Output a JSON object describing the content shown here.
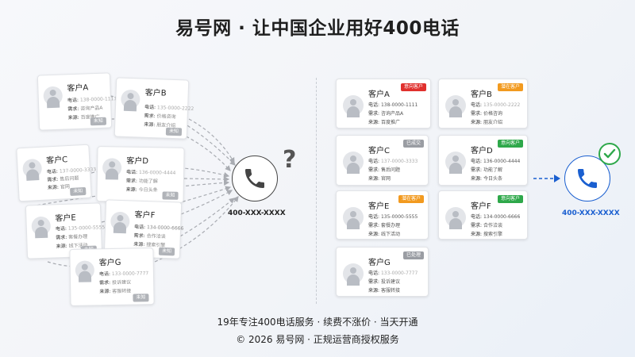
{
  "title": "易号网 · 让中国企业用好400电话",
  "phone_number": "400-XXX-XXXX",
  "question_mark": "?",
  "left_cards": [
    {
      "name": "客户A",
      "phone_label": "电话:",
      "phone": "138-0000-1111",
      "need_label": "需求:",
      "need": "咨询产品A",
      "source_label": "来源:",
      "source": "百度推广",
      "tag": "未知"
    },
    {
      "name": "客户B",
      "phone_label": "电话:",
      "phone": "135-0000-2222",
      "need_label": "需求:",
      "need": "价格咨询",
      "source_label": "来源:",
      "source": "朋友介绍",
      "tag": "未知"
    },
    {
      "name": "客户C",
      "phone_label": "电话:",
      "phone": "137-0000-3333",
      "need_label": "需求:",
      "need": "售后问题",
      "source_label": "来源:",
      "source": "官网",
      "tag": "未知"
    },
    {
      "name": "客户D",
      "phone_label": "电话:",
      "phone": "136-0000-4444",
      "need_label": "需求:",
      "need": "功能了解",
      "source_label": "来源:",
      "source": "今日头条",
      "tag": "未知"
    },
    {
      "name": "客户E",
      "phone_label": "电话:",
      "phone": "135-0000-5555",
      "need_label": "需求:",
      "need": "套餐办理",
      "source_label": "来源:",
      "source": "线下活动",
      "tag": "未知"
    },
    {
      "name": "客户F",
      "phone_label": "电话:",
      "phone": "134-0000-6666",
      "need_label": "需求:",
      "need": "合作洽谈",
      "source_label": "来源:",
      "source": "搜索引擎",
      "tag": "未知"
    },
    {
      "name": "客户G",
      "phone_label": "电话:",
      "phone": "133-0000-7777",
      "need_label": "需求:",
      "need": "投诉建议",
      "source_label": "来源:",
      "source": "客服转接",
      "tag": "未知"
    }
  ],
  "right_cards": [
    {
      "name": "客户A",
      "phone_label": "电话:",
      "phone": "138-0000-1111",
      "need_label": "需求:",
      "need": "咨询产品A",
      "source_label": "来源:",
      "source": "百度推广",
      "tag": "意向客户",
      "tag_color": "#e0302d"
    },
    {
      "name": "客户B",
      "phone_label": "电话:",
      "phone": "135-0000-2222",
      "need_label": "需求:",
      "need": "价格咨询",
      "source_label": "来源:",
      "source": "朋友介绍",
      "tag": "潜在客户",
      "tag_color": "#f29a1f"
    },
    {
      "name": "客户C",
      "phone_label": "电话:",
      "phone": "137-0000-3333",
      "need_label": "需求:",
      "need": "售后问题",
      "source_label": "来源:",
      "source": "官网",
      "tag": "已成交",
      "tag_color": "#9a9da3"
    },
    {
      "name": "客户D",
      "phone_label": "电话:",
      "phone": "136-0000-4444",
      "need_label": "需求:",
      "need": "功能了解",
      "source_label": "来源:",
      "source": "今日头条",
      "tag": "意向客户",
      "tag_color": "#2ea84a"
    },
    {
      "name": "客户E",
      "phone_label": "电话:",
      "phone": "135-0000-5555",
      "need_label": "需求:",
      "need": "套餐办理",
      "source_label": "来源:",
      "source": "线下活动",
      "tag": "潜在客户",
      "tag_color": "#f29a1f"
    },
    {
      "name": "客户F",
      "phone_label": "电话:",
      "phone": "134-0000-6666",
      "need_label": "需求:",
      "need": "合作洽谈",
      "source_label": "来源:",
      "source": "搜索引擎",
      "tag": "意向客户",
      "tag_color": "#2ea84a"
    },
    {
      "name": "客户G",
      "phone_label": "电话:",
      "phone": "133-0000-7777",
      "need_label": "需求:",
      "need": "投诉建议",
      "source_label": "来源:",
      "source": "客服转接",
      "tag": "已处理",
      "tag_color": "#9a9da3"
    }
  ],
  "footer_line1": "19年专注400电话服务 · 续费不涨价 · 当天开通",
  "footer_line2": "© 2026 易号网 · 正规运营商授权服务",
  "colors": {
    "accent_blue": "#1a5fd0",
    "check_green": "#2ea84a"
  }
}
